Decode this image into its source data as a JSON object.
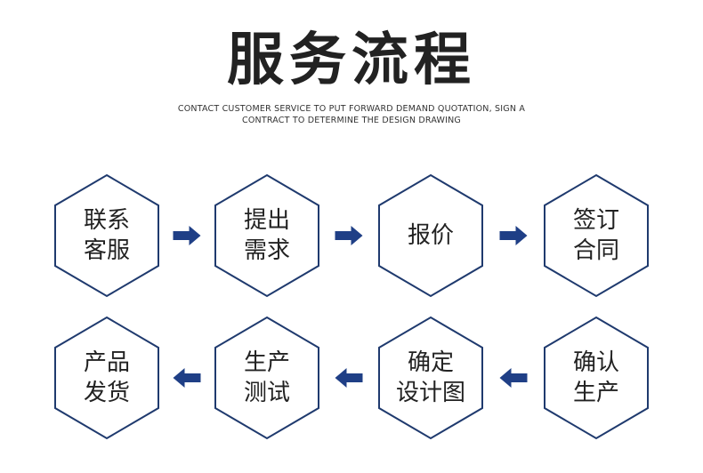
{
  "header": {
    "title": "服务流程",
    "subtitle": "CONTACT CUSTOMER SERVICE TO PUT FORWARD DEMAND QUOTATION, SIGN A CONTRACT TO DETERMINE THE DESIGN DRAWING"
  },
  "colors": {
    "hexagon_stroke": "#1f3a6e",
    "arrow": "#1f3f86",
    "text": "#222222"
  },
  "rows": [
    {
      "direction": "right",
      "steps": [
        {
          "lines": [
            "联系",
            "客服"
          ]
        },
        {
          "lines": [
            "提出",
            "需求"
          ]
        },
        {
          "lines": [
            "报价"
          ]
        },
        {
          "lines": [
            "签订",
            "合同"
          ]
        }
      ]
    },
    {
      "direction": "left",
      "steps": [
        {
          "lines": [
            "产品",
            "发货"
          ]
        },
        {
          "lines": [
            "生产",
            "测试"
          ]
        },
        {
          "lines": [
            "确定",
            "设计图"
          ]
        },
        {
          "lines": [
            "确认",
            "生产"
          ]
        }
      ]
    }
  ]
}
